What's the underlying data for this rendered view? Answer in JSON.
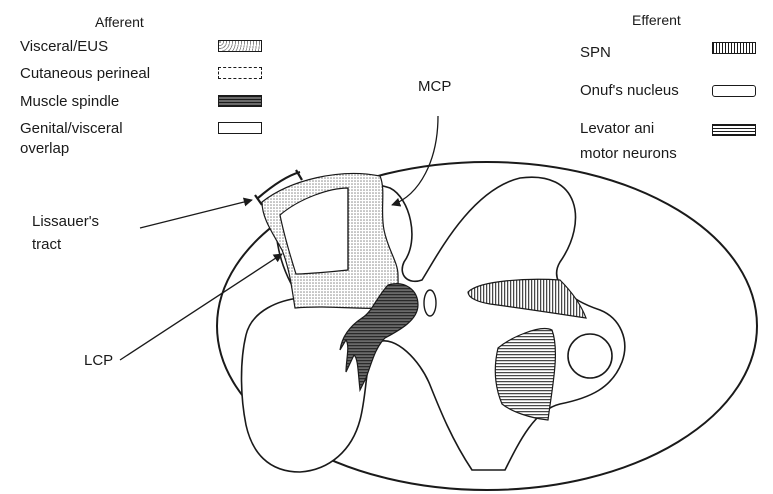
{
  "legend": {
    "afferent_title": "Afferent",
    "efferent_title": "Efferent",
    "afferent_items": [
      {
        "label": "Visceral/EUS",
        "pattern": "dense-dots"
      },
      {
        "label": "Cutaneous perineal",
        "pattern": "dashed-outline"
      },
      {
        "label": "Muscle spindle",
        "pattern": "dark-hatch"
      },
      {
        "label": "Genital/visceral",
        "label2": "overlap",
        "pattern": "plain-outline"
      }
    ],
    "efferent_items": [
      {
        "label": "SPN",
        "pattern": "vertical-stripes"
      },
      {
        "label": "Onuf's nucleus",
        "pattern": "plain-outline"
      },
      {
        "label": "Levator ani",
        "label2": "motor neurons",
        "pattern": "horizontal-stripes"
      }
    ]
  },
  "callouts": {
    "mcp": "MCP",
    "lissauer_line1": "Lissauer's",
    "lissauer_line2": "tract",
    "lcp": "LCP"
  },
  "colors": {
    "ink": "#1a1a1a",
    "stipple": "#c9c9c9",
    "background": "#ffffff"
  }
}
